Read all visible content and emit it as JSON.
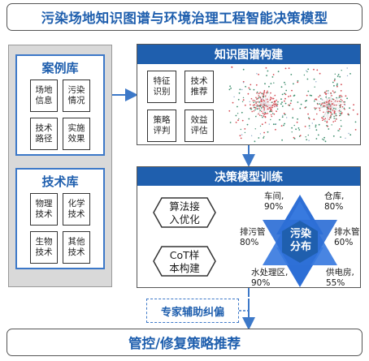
{
  "title": "污染场地知识图谱与环境治理工程智能决策模型",
  "case_library": {
    "title": "案例库",
    "items": [
      "场地\n信息",
      "污染\n情况",
      "技术\n路径",
      "实施\n效果"
    ]
  },
  "tech_library": {
    "title": "技术库",
    "items": [
      "物理\n技术",
      "化学\n技术",
      "生物\n技术",
      "其他\n技术"
    ]
  },
  "knowledge_graph": {
    "title": "知识图谱构建",
    "items": [
      "特征\n识别",
      "技术\n推荐",
      "策略\n评判",
      "效益\n评估"
    ]
  },
  "decision_model": {
    "title": "决策模型训练",
    "hexagons": [
      "算法接\n入优化",
      "CoT样\n本构建"
    ],
    "center": "污染\n分布",
    "star_points": [
      {
        "label": "车间,\n90%"
      },
      {
        "label": "仓库,\n80%"
      },
      {
        "label": "排水管\n60%"
      },
      {
        "label": "供电房,\n55%"
      },
      {
        "label": "水处理区,\n90%"
      },
      {
        "label": "排污管\n80%"
      }
    ]
  },
  "expert": "专家辅助纠偏",
  "bottom": "管控/修复策略推荐",
  "colors": {
    "accent": "#1f5fae",
    "border_blue": "#3c78c8",
    "star_fill": "#2e6fd6",
    "node_red": "#d44a52",
    "node_teal": "#3f8f6e"
  }
}
